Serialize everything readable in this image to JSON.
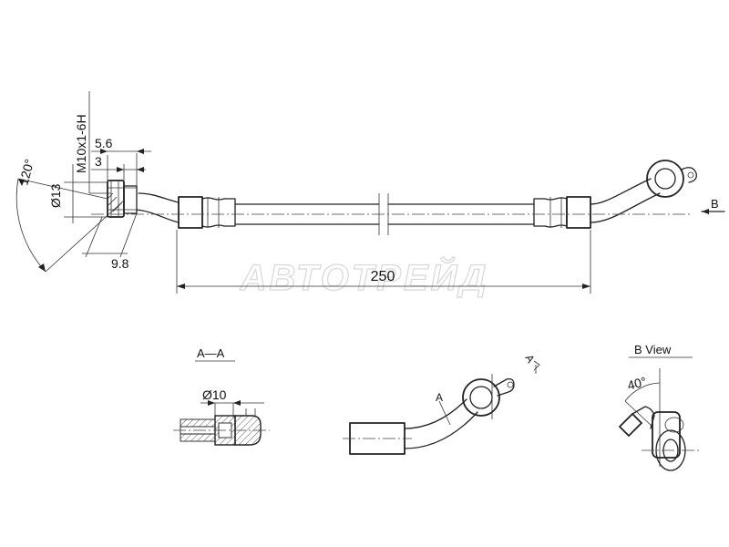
{
  "watermark": "АВТОТРЕЙД",
  "dimensions": {
    "length": "250",
    "angle_fitting": "120°",
    "diam_13": "Ø13",
    "thread": "M10x1-6H",
    "dim_5_6": "5.6",
    "dim_3": "3",
    "dim_9_8": "9.8",
    "diam_10": "Ø10",
    "angle_b_view": "40°"
  },
  "labels": {
    "view_b_arrow": "B",
    "section_title": "A—A",
    "section_arrow_left": "A",
    "section_arrow_right": "A",
    "b_view_title": "B  View"
  }
}
